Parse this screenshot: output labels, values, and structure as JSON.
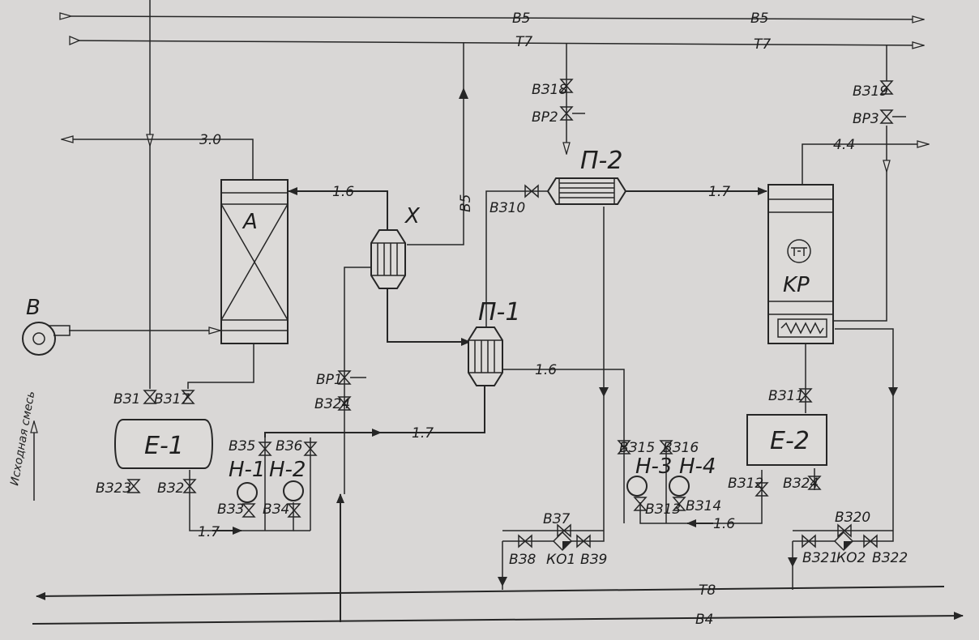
{
  "lines": {
    "b5": "B5",
    "b5_riser": "B5",
    "t7": "T7",
    "t8": "T8",
    "b4": "B4",
    "flow_30": "3.0",
    "flow_16_top": "1.6",
    "flow_17_top": "1.7",
    "flow_44": "4.4",
    "flow_16_mid": "1.6",
    "flow_17_mid": "1.7",
    "flow_17_low": "1.7",
    "flow_16_low": "1.6"
  },
  "equipment": {
    "absorber": "A",
    "cooler": "X",
    "exchanger_1": "П-1",
    "exchanger_2": "П-2",
    "column": "KP",
    "tank_1": "E-1",
    "tank_2": "E-2",
    "blower": "B",
    "feed": "Исходная смесь",
    "pump_1": "Н-1",
    "pump_2": "Н-2",
    "pump_3": "Н-3",
    "pump_4": "Н-4"
  },
  "valves": {
    "vz1": "ВЗ1",
    "vz17": "ВЗ17",
    "vz2": "ВЗ2",
    "vz23": "ВЗ23",
    "vz3": "ВЗ3",
    "vz4": "ВЗ4",
    "vz5": "ВЗ5",
    "vz6": "ВЗ6",
    "vr1": "ВР1",
    "vz24a": "ВЗ24",
    "vz10": "ВЗ10",
    "vz18": "ВЗ18",
    "vr2": "ВР2",
    "vz19": "ВЗ19",
    "vr3": "ВР3",
    "vz15": "ВЗ15",
    "vz16": "ВЗ16",
    "vz13": "ВЗ13",
    "vz14": "ВЗ14",
    "vz11": "ВЗ11",
    "vz12": "ВЗ12",
    "vz24b": "ВЗ24",
    "vz7": "ВЗ7",
    "vz8": "ВЗ8",
    "ko1": "КО1",
    "vz9": "ВЗ9",
    "vz20": "ВЗ20",
    "vz21": "ВЗ21",
    "ko2": "КО2",
    "vz22": "ВЗ22"
  }
}
